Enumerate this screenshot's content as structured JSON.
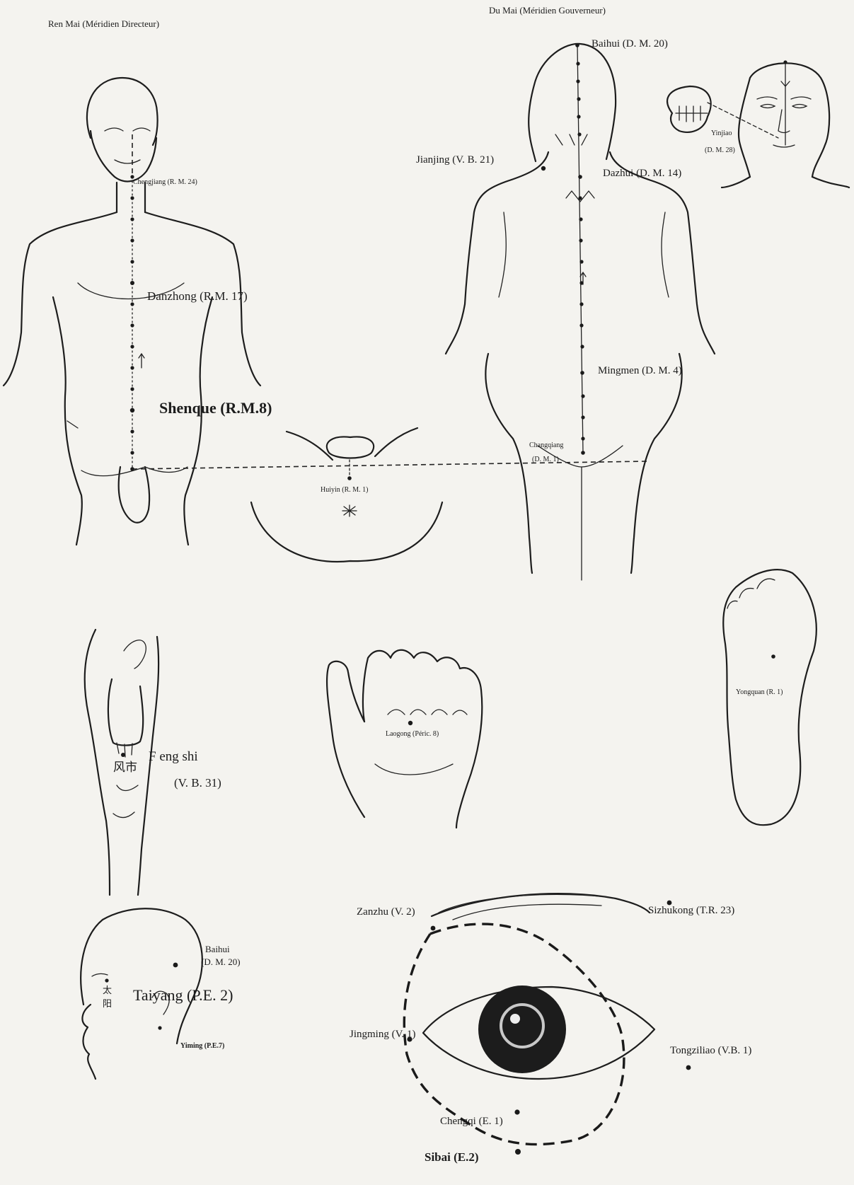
{
  "titles": {
    "ren_mai": "Ren Mai (Méridien Directeur)",
    "du_mai": "Du Mai (Méridien Gouverneur)"
  },
  "points": {
    "chengjiang": "Chengjiang (R. M. 24)",
    "danzhong": "Danzhong (R.M. 17)",
    "shenque": "Shenque (R.M.8)",
    "huiyin": "Huiyin (R. M. 1)",
    "baihui_top": "Baihui (D. M. 20)",
    "jianjing": "Jianjing (V. B. 21)",
    "dazhui": "Dazhui (D. M. 14)",
    "yinjiao_name": "Yinjiao",
    "yinjiao_code": "(D. M. 28)",
    "mingmen": "Mingmen (D. M. 4)",
    "changqiang_name": "Changqiang",
    "changqiang_code": "(D. M. 1)",
    "fengshi_name": "F eng shi",
    "fengshi_code": "(V. B. 31)",
    "fengshi_chinese": "风市",
    "laogong": "Laogong (Péric. 8)",
    "yongquan": "Yongquan (R. 1)",
    "baihui_side_name": "Baihui",
    "baihui_side_code": "(D. M. 20)",
    "taiyang": "Taiyang (P.E. 2)",
    "taiyang_chinese_1": "太",
    "taiyang_chinese_2": "阳",
    "yiming": "Yiming (P.E.7)",
    "zanzhu": "Zanzhu (V. 2)",
    "sizhukong": "Sizhukong (T.R. 23)",
    "jingming": "Jingming (V. 1)",
    "tongziliao": "Tongziliao (V.B. 1)",
    "chengqi": "Chengqi (E. 1)",
    "sibai": "Sibai (E.2)"
  }
}
